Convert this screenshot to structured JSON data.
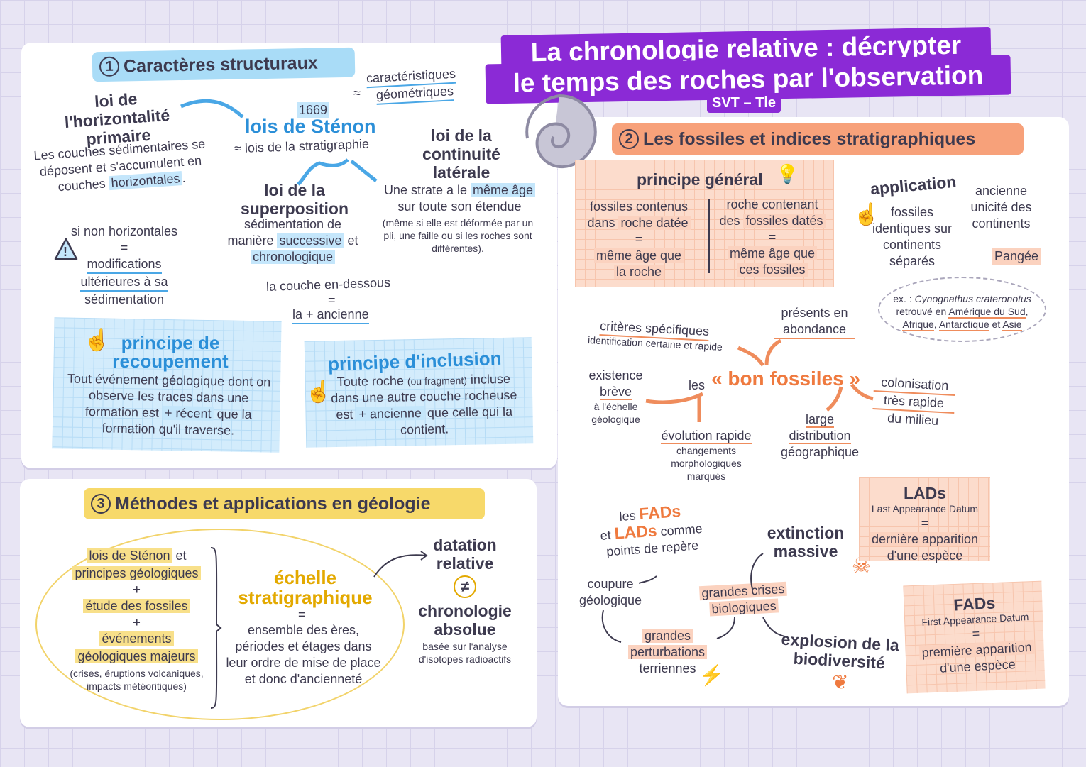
{
  "title": {
    "line1": "La chronologie relative : décrypter",
    "line2": "le temps des roches par l'observation",
    "badge": "SVT – Tle"
  },
  "colors": {
    "title_purple": "#8b2ad6",
    "section1_blue": "#a9dcf7",
    "section2_orange": "#f7a17a",
    "section3_yellow": "#f7d96a",
    "text": "#3d3a4f"
  },
  "s1": {
    "num": "1",
    "header": "Caractères structuraux",
    "approx": "≈",
    "geom1": "caractéristiques",
    "geom2": "géométriques",
    "horiz_title": "loi de l'horizontalité primaire",
    "horiz_desc": "Les couches sédimentaires se déposent et s'accumulent en couches ",
    "horiz_hl": "horizontales",
    ".": ".",
    "non_horiz": "si non horizontales",
    "eq": "=",
    "modif": "modifications",
    "ulter": "ultérieures à sa",
    "sedim": "sédimentation",
    "year": "1669",
    "steno": "lois de Sténon",
    "strat": "≈ lois de la stratigraphie",
    "cont_title": "loi de la continuité latérale",
    "cont_desc1": "Une strate a le ",
    "cont_hl": "même âge",
    "cont_desc2": " sur toute son étendue",
    "cont_note": "(même si elle est déformée par un pli, une faille ou si les roches sont différentes).",
    "sup_title": "loi de la superposition",
    "sup_desc1": "sédimentation de manière ",
    "sup_hl1": "successive",
    "sup_desc2": " et ",
    "sup_hl2": "chronologique",
    "below": "la couche en-dessous",
    "oldest": "la + ancienne",
    "recoup_title": "principe de recoupement",
    "recoup_desc1": "Tout événement géologique dont on observe les traces dans une formation est ",
    "recoup_hl": "+ récent",
    "recoup_desc2": " que la formation qu'il traverse.",
    "incl_title": "principe d'inclusion",
    "incl_desc1": "Toute roche ",
    "incl_small": "(ou fragment)",
    "incl_desc2": " incluse dans une autre couche rocheuse est ",
    "incl_hl": "+ ancienne",
    "incl_desc3": " que celle qui la contient."
  },
  "s2": {
    "num": "2",
    "header": "Les fossiles et indices stratigraphiques",
    "pg_title": "principe général",
    "pg_left1": "fossiles contenus",
    "pg_left2": "dans ",
    "pg_left_hl": "roche datée",
    "pg_left_res1": "même âge que",
    "pg_left_res2": "la roche",
    "pg_right1": "roche contenant",
    "pg_right2": "des ",
    "pg_right_hl": "fossiles datés",
    "pg_right_res1": "même âge que",
    "pg_right_res2": "ces fossiles",
    "eq": "=",
    "app_title": "application",
    "app_desc": "fossiles identiques sur continents séparés",
    "app_res": "ancienne unicité des continents",
    "pangee": "Pangée",
    "ex1": "ex. : ",
    "ex_species": "Cynognathus crateronotus",
    "ex2": "retrouvé en ",
    "ex_am": "Amérique du Sud",
    "ex3": ",",
    "ex_af": "Afrique",
    "ex4": ", ",
    "ex_an": "Antarctique",
    "ex5": " et ",
    "ex_as": "Asie",
    "bf_les": "les",
    "bf_title": "« bon fossiles »",
    "crit": "critères spécifiques",
    "crit_sub": "identification certaine et rapide",
    "abond1": "présents en",
    "abond2": "abondance",
    "exist1": "existence",
    "exist2": "brève",
    "exist3": "à l'échelle",
    "exist4": "géologique",
    "evol": "évolution rapide",
    "evol_sub": "changements morphologiques marqués",
    "large1": "large",
    "large2": "distribution",
    "large3": "géographique",
    "colon1": "colonisation",
    "colon2": "très rapide",
    "colon3": "du milieu",
    "fl_les": "les ",
    "fl_fads": "FADs",
    "fl_et": "et ",
    "fl_lads": "LADs",
    "fl_comme": " comme",
    "fl_rep": "points de repère",
    "coupure": "coupure géologique",
    "grandes1": "grandes",
    "grandes2": "perturbations",
    "grandes3": "terriennes",
    "crises1": "grandes crises",
    "crises2": "biologiques",
    "extinction": "extinction massive",
    "explosion": "explosion de la biodiversité",
    "lads_title": "LADs",
    "lads_sub": "Last Appearance Datum",
    "lads_res1": "dernière apparition",
    "lads_res2": "d'une espèce",
    "fads_title": "FADs",
    "fads_sub": "First Appearance Datum",
    "fads_res1": "première apparition",
    "fads_res2": "d'une espèce"
  },
  "s3": {
    "num": "3",
    "header": "Méthodes et applications en géologie",
    "l1": "lois de Sténon",
    "l1b": " et",
    "l2": "principes géologiques",
    "plus": "+",
    "l3": "étude des fossiles",
    "l4": "événements",
    "l5": "géologiques majeurs",
    "l6": "(crises, éruptions volcaniques, impacts météoritiques)",
    "echelle": "échelle stratigraphique",
    "eq": "=",
    "echelle_desc": "ensemble des ères, périodes et étages dans leur ordre de mise de place et donc d'ancienneté",
    "datation": "datation relative",
    "neq": "≠",
    "chrono": "chronologie absolue",
    "chrono_sub": "basée sur l'analyse d'isotopes radioactifs"
  },
  "icons": [
    "ammonite-icon",
    "warning-icon",
    "pointing-hand-icon",
    "lightbulb-icon",
    "skull-icon",
    "lightning-icon",
    "leaf-icon",
    "arrow-icon"
  ]
}
